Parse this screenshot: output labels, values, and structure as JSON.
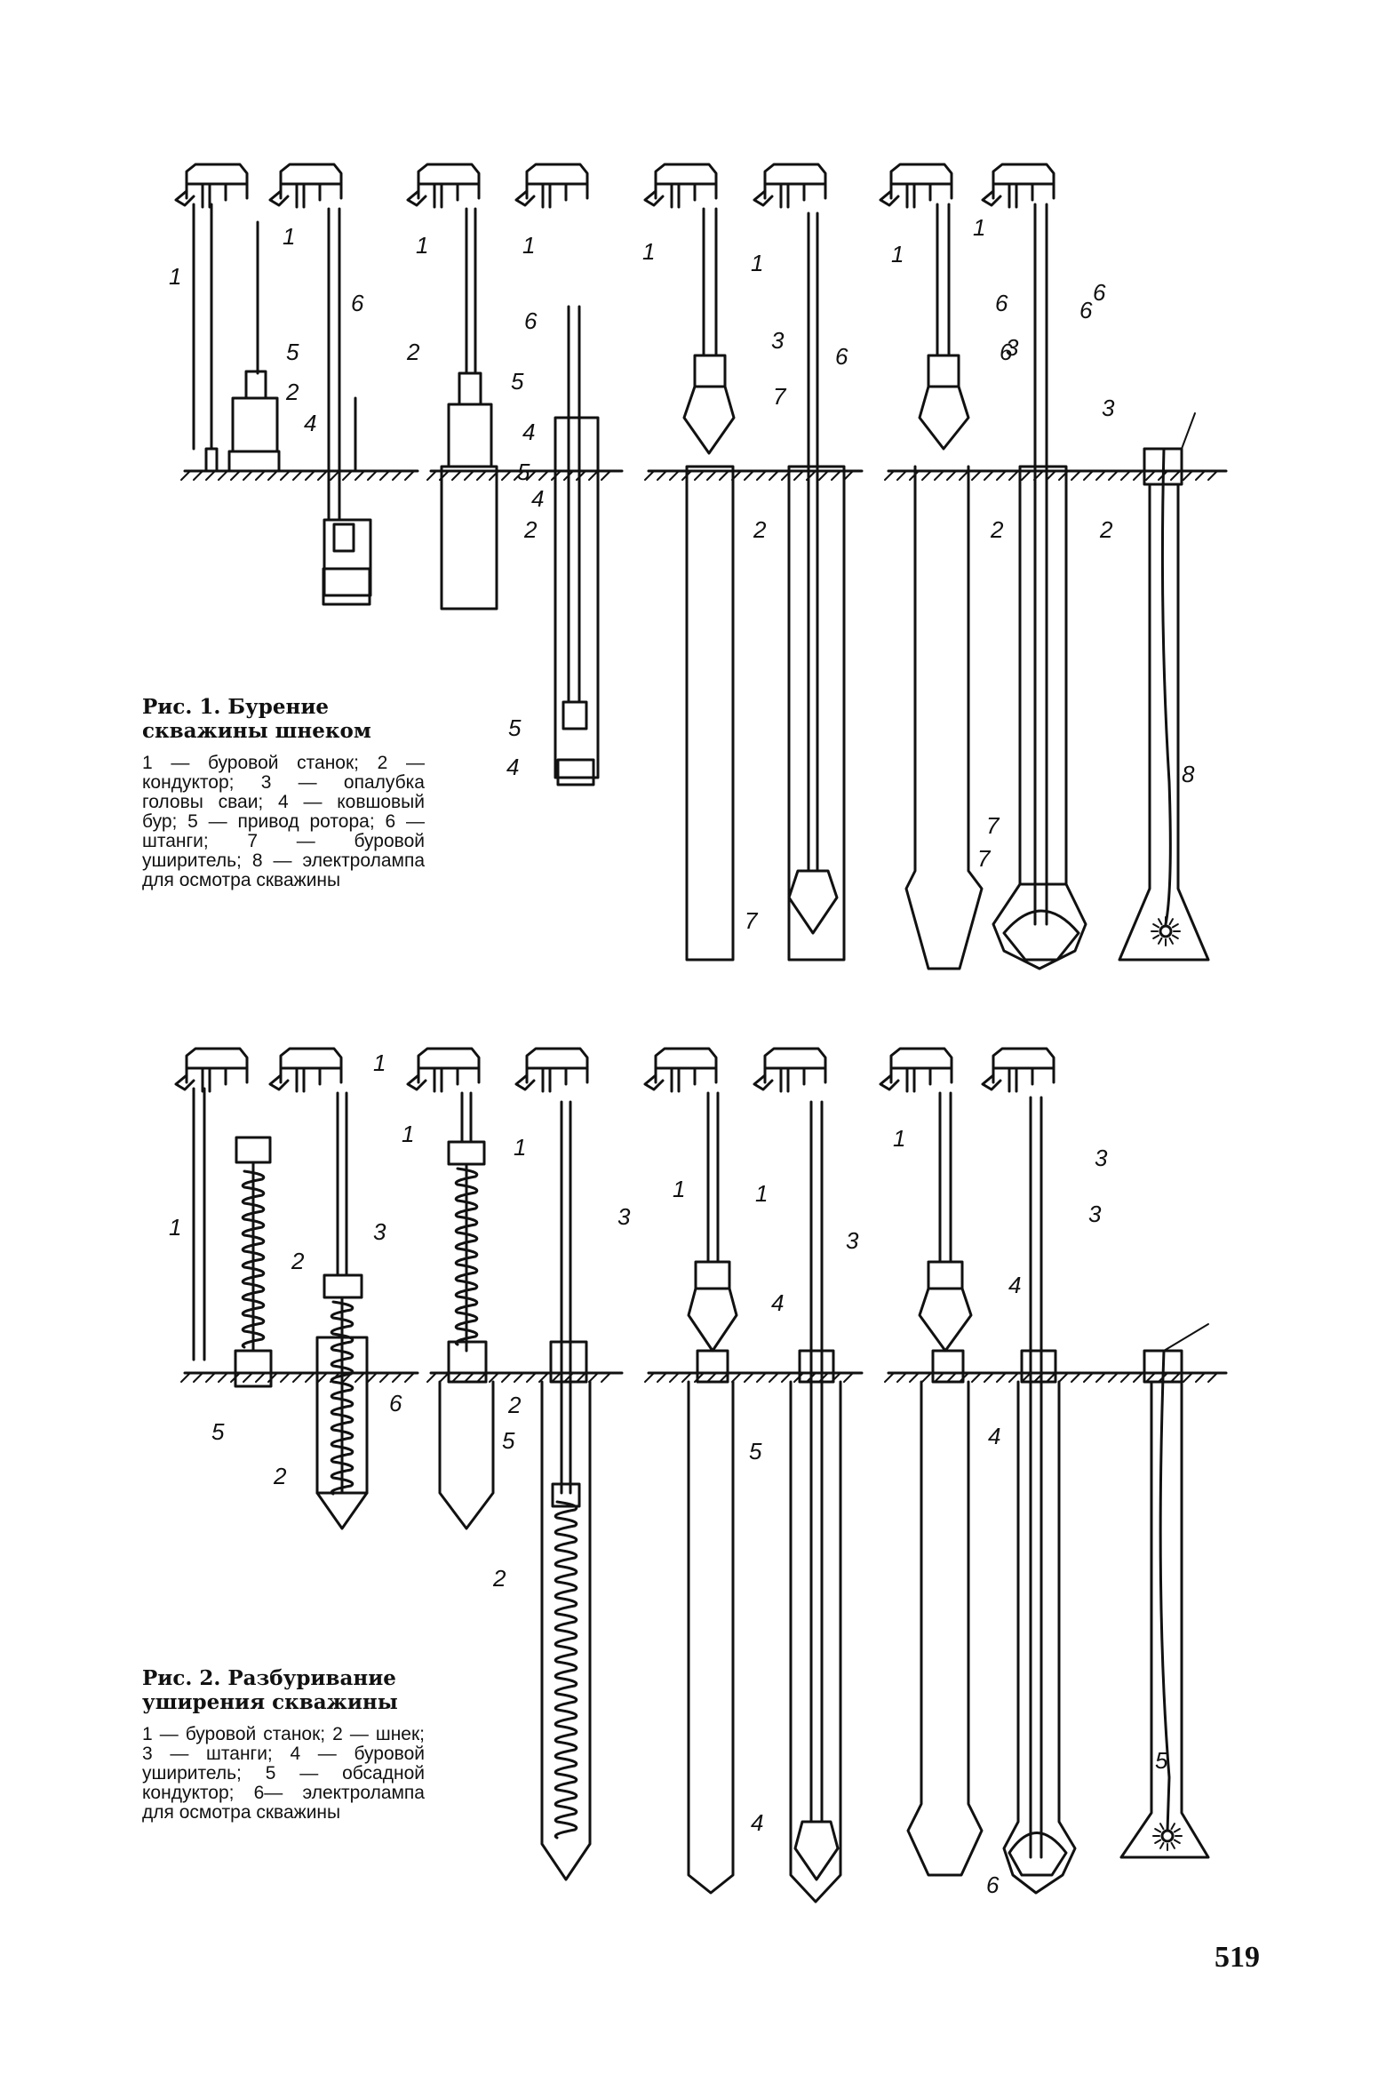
{
  "figure1": {
    "title": "Рис. 1. Бурение скважины шнеком",
    "legend": "1 — буровой станок; 2 — кондуктор; 3 — опалубка головы сваи; 4 — ковшовый бур; 5 — привод ротора; 6 — штанги; 7 — буровой уширитель; 8 — электролампа для осмотра скважины",
    "labels": [
      "1",
      "1",
      "1",
      "1",
      "1",
      "1",
      "1",
      "1",
      "6",
      "6",
      "6",
      "6",
      "6",
      "6",
      "6",
      "5",
      "2",
      "4",
      "5",
      "4",
      "2",
      "5",
      "4",
      "2",
      "5",
      "4",
      "3",
      "7",
      "2",
      "7",
      "3",
      "7",
      "2",
      "3",
      "2",
      "8",
      "7"
    ]
  },
  "figure2": {
    "title": "Рис. 2. Разбуривание уширения скважины",
    "legend": "1 — буровой станок; 2 — шнек; 3 — штанги; 4 — буровой уширитель; 5 — обсадной кондуктор; 6— электролампа для осмотра скважины",
    "labels": [
      "1",
      "1",
      "1",
      "1",
      "1",
      "1",
      "1",
      "3",
      "3",
      "3",
      "3",
      "3",
      "2",
      "2",
      "2",
      "2",
      "6",
      "5",
      "5",
      "5",
      "5",
      "4",
      "4",
      "4",
      "4",
      "6"
    ]
  },
  "page_number": "519"
}
